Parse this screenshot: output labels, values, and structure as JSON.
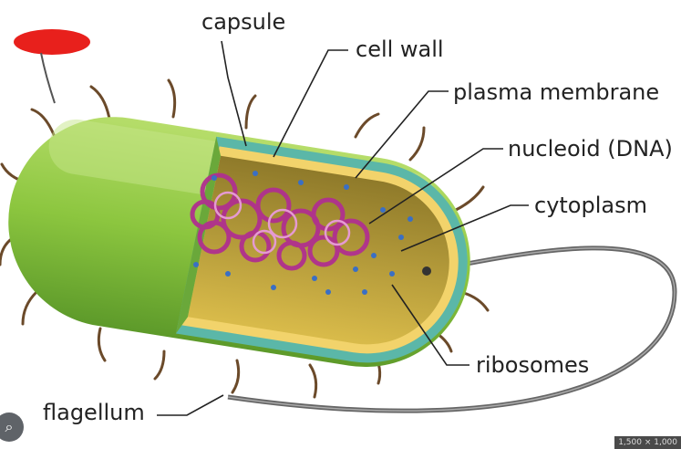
{
  "labels": {
    "capsule": "capsule",
    "cell_wall": "cell wall",
    "plasma_membrane": "plasma membrane",
    "nucleoid": "nucleoid (DNA)",
    "cytoplasm": "cytoplasm",
    "ribosomes": "ribosomes",
    "flagellum": "flagellum"
  },
  "image_dimensions": "1,500 × 1,000",
  "colors": {
    "capsule": "#8cc63f",
    "cell_wall": "#5bb7a8",
    "plasma_membrane": "#f2d36b",
    "cytoplasm": "#c9a83a",
    "dna": "#b0308f",
    "ribosome": "#3a6fc4",
    "redaction": "#e8201c"
  },
  "icons": {
    "lens": "google-lens-icon"
  }
}
